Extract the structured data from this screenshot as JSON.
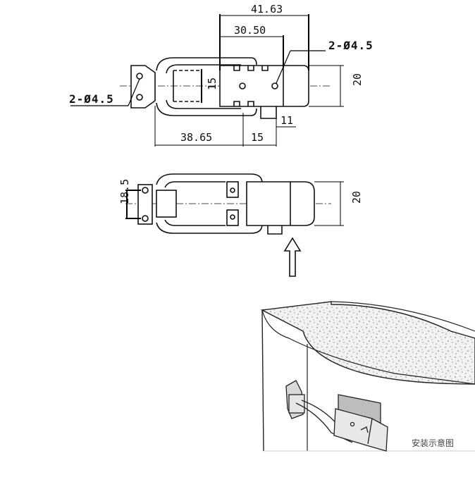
{
  "dimensions": {
    "top_overall": "41.63",
    "top_inner": "30.50",
    "hole_spec_right": "2-Ø4.5",
    "hole_spec_left": "2-Ø4.5",
    "inner_height": "15",
    "outer_height": "20",
    "tab_height": "11",
    "bottom_left": "38.65",
    "bottom_right": "15"
  },
  "closed_view": {
    "hole_spacing": "18.5",
    "outer_height": "20"
  },
  "install": {
    "caption": "安装示意图"
  },
  "colors": {
    "line": "#111111",
    "dim_line": "#000000",
    "speckle": "#8a8a8a"
  }
}
